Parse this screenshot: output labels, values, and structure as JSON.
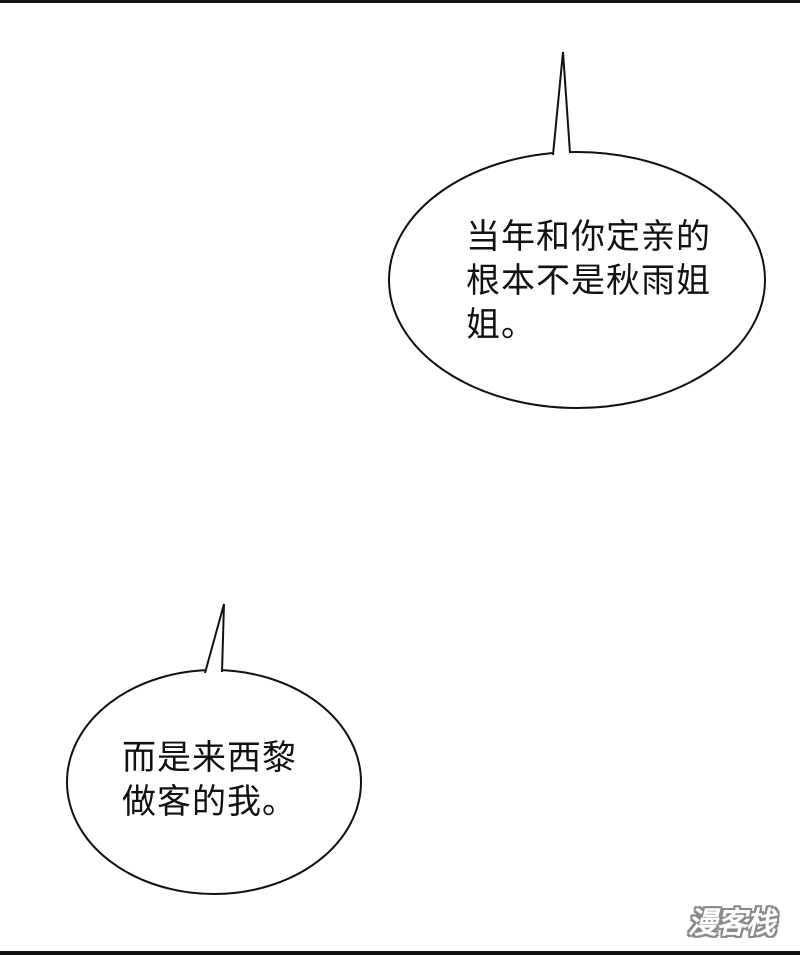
{
  "bubbles": [
    {
      "lines": [
        "当年和你定亲的",
        "根本不是秋雨姐",
        "姐。"
      ]
    },
    {
      "lines": [
        "而是来西黎",
        "做客的我。"
      ]
    }
  ],
  "watermark": {
    "text": "漫客栈"
  },
  "colors": {
    "ink": "#111111",
    "background": "#ffffff",
    "watermark_outline": "#8a8a8a"
  }
}
